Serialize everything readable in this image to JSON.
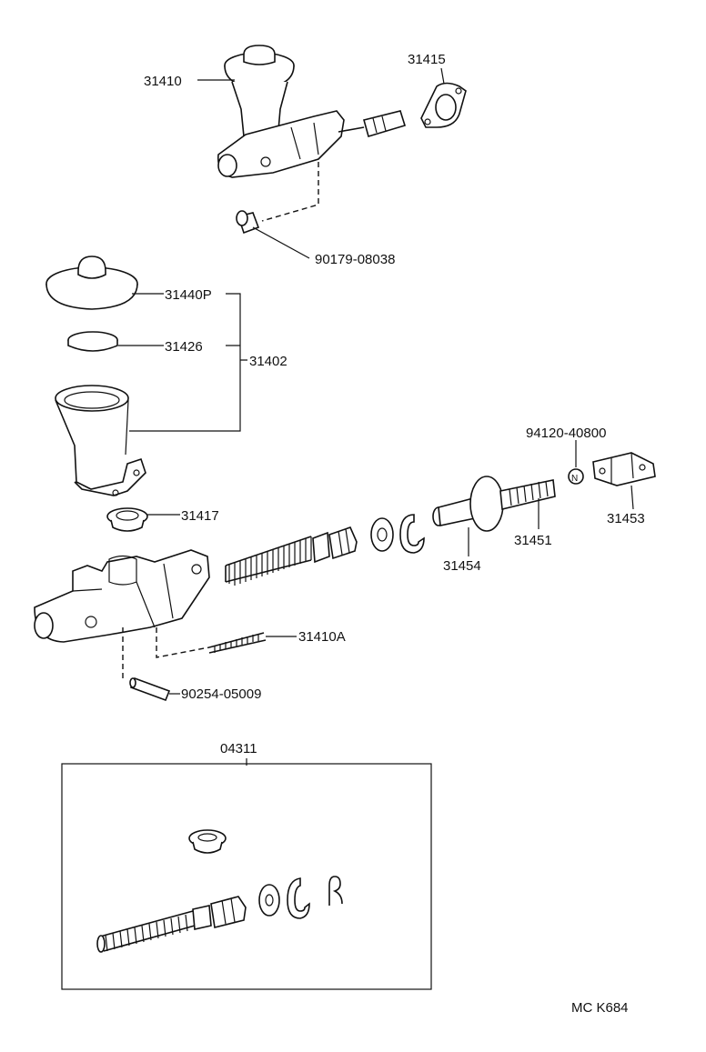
{
  "parts": {
    "p31410": "31410",
    "p31415": "31415",
    "p90179": "90179-08038",
    "p31440p": "31440P",
    "p31426": "31426",
    "p31402": "31402",
    "p31417": "31417",
    "p94120": "94120-40800",
    "p31453": "31453",
    "p31451": "31451",
    "p31454": "31454",
    "p31410a": "31410A",
    "p90254": "90254-05009",
    "p04311": "04311",
    "nut_symbol": "N"
  },
  "footer": {
    "code": "MC  K684"
  }
}
